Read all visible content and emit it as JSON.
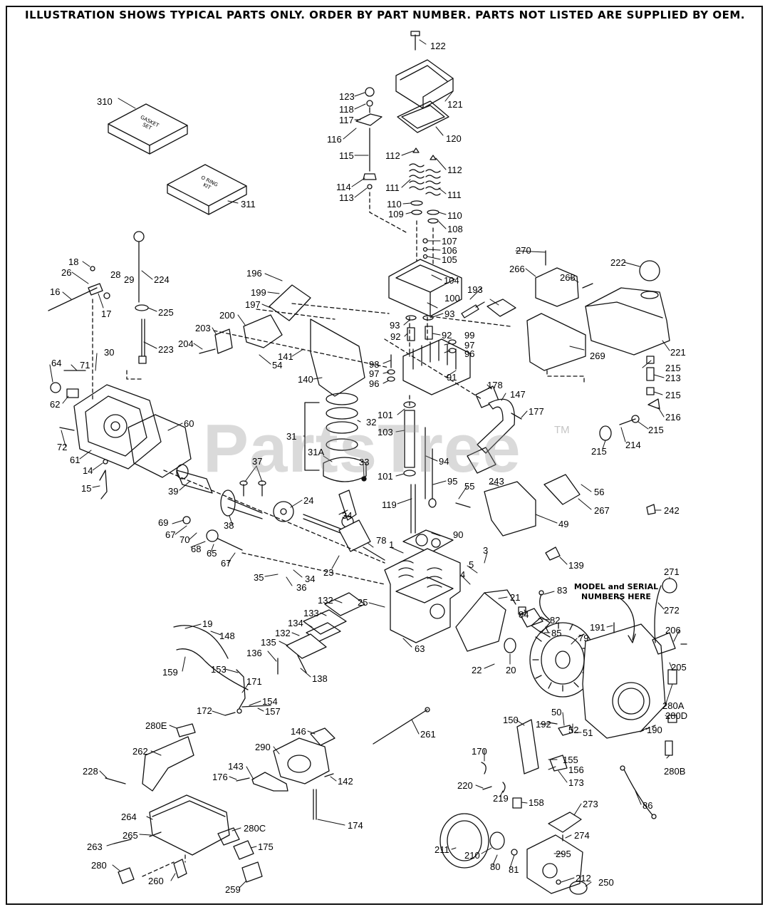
{
  "header": "ILLUSTRATION SHOWS TYPICAL PARTS ONLY. ORDER BY PART NUMBER. PARTS NOT LISTED ARE SUPPLIED BY OEM.",
  "watermark": "PartsTree",
  "trademark": "TM",
  "note_model_serial": "MODEL and SERIAL NUMBERS HERE",
  "box_gasket_set": "GASKET SET",
  "box_oring_kit": "O RING KIT",
  "colors": {
    "ink": "#111111",
    "watermark": "#9a9a9a"
  },
  "labels": {
    "p122": "122",
    "p121": "121",
    "p120": "120",
    "p123": "123",
    "p118": "118",
    "p117": "117",
    "p116": "116",
    "p115": "115",
    "p112a": "112",
    "p112b": "112",
    "p114": "114",
    "p113": "113",
    "p111a": "111",
    "p111b": "111",
    "p110a": "110",
    "p110b": "110",
    "p109": "109",
    "p108": "108",
    "p107": "107",
    "p106": "106",
    "p105": "105",
    "p104": "104",
    "p310": "310",
    "p311": "311",
    "p270": "270",
    "p266": "266",
    "p268": "268",
    "p222": "222",
    "p224": "224",
    "p225": "225",
    "p223": "223",
    "p18": "18",
    "p26": "26",
    "p28": "28",
    "p29": "29",
    "p16": "16",
    "p17": "17",
    "p196": "196",
    "p199": "199",
    "p197": "197",
    "p200": "200",
    "p203": "203",
    "p204": "204",
    "p54": "54",
    "p141": "141",
    "p140": "140",
    "p100": "100",
    "p193": "193",
    "p93a": "93",
    "p93b": "93",
    "p92a": "92",
    "p92b": "92",
    "p99": "99",
    "p97a": "97",
    "p97b": "97",
    "p96a": "96",
    "p96b": "96",
    "p98": "98",
    "p91": "91",
    "p269": "269",
    "p221": "221",
    "p215a": "215",
    "p213": "213",
    "p215b": "215",
    "p216": "216",
    "p215c": "215",
    "p214": "214",
    "p215d": "215",
    "p30": "30",
    "p64": "64",
    "p71": "71",
    "p62": "62",
    "p72": "72",
    "p60": "60",
    "p61": "61",
    "p14": "14",
    "p15": "15",
    "p178": "178",
    "p147": "147",
    "p177": "177",
    "p31": "31",
    "p32": "32",
    "p31A": "31A",
    "p33": "33",
    "p101a": "101",
    "p103": "103",
    "p94": "94",
    "p101b": "101",
    "p95": "95",
    "p37": "37",
    "p39": "39",
    "p24": "24",
    "p38": "38",
    "p34a": "34",
    "p55": "55",
    "p243": "243",
    "p56": "56",
    "p267": "267",
    "p49": "49",
    "p242": "242",
    "p119": "119",
    "p90": "90",
    "p69": "69",
    "p67a": "67",
    "p70": "70",
    "p68": "68",
    "p65": "65",
    "p67b": "67",
    "p78": "78",
    "p1": "1",
    "p3": "3",
    "p139": "139",
    "p23": "23",
    "p35": "35",
    "p34b": "34",
    "p36": "36",
    "p5": "5",
    "p4": "4",
    "p271": "271",
    "p83": "83",
    "p21": "21",
    "p272": "272",
    "p25": "25",
    "p132a": "132",
    "p133": "133",
    "p134": "134",
    "p132b": "132",
    "p135": "135",
    "p136": "136",
    "p138": "138",
    "p19": "19",
    "p148": "148",
    "p63": "63",
    "p84": "84",
    "p82": "82",
    "p85": "85",
    "p191": "191",
    "p79": "79",
    "p206": "206",
    "p22": "22",
    "p20": "20",
    "p205": "205",
    "p159": "159",
    "p153": "153",
    "p171": "171",
    "p154": "154",
    "p172": "172",
    "p157": "157",
    "p280A": "280A",
    "p280E": "280E",
    "p146": "146",
    "p261": "261",
    "p150": "150",
    "p192": "192",
    "p50": "50",
    "p52": "52",
    "p51": "51",
    "p190": "190",
    "p280D": "280D",
    "p262": "262",
    "p290": "290",
    "p170": "170",
    "p155": "155",
    "p156": "156",
    "p280B": "280B",
    "p228": "228",
    "p143": "143",
    "p176": "176",
    "p142": "142",
    "p220": "220",
    "p219": "219",
    "p173": "173",
    "p158": "158",
    "p264": "264",
    "p86": "86",
    "p273": "273",
    "p174": "174",
    "p280C": "280C",
    "p265": "265",
    "p263": "263",
    "p175": "175",
    "p274": "274",
    "p211": "211",
    "p210": "210",
    "p80": "80",
    "p81": "81",
    "p295": "295",
    "p280": "280",
    "p260": "260",
    "p212": "212",
    "p250": "250",
    "p259": "259"
  }
}
